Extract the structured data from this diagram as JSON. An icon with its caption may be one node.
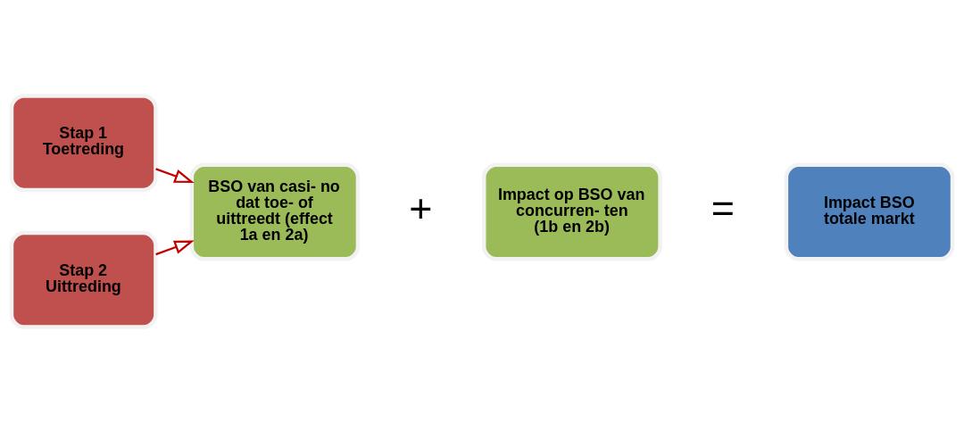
{
  "diagram": {
    "nodes": [
      {
        "text": [
          "Stap 1 Toetreding"
        ]
      },
      {
        "text": [
          "Stap 2 Uittreding"
        ]
      },
      {
        "text": [
          "BSO van casi- no dat toe- of uittreedt (effect 1a en 2a)"
        ]
      },
      {
        "text": [
          "Impact op BSO van concurren- ten (1b en 2b)"
        ]
      },
      {
        "text": [
          "Impact BSO totale markt"
        ]
      }
    ],
    "edges": [
      {
        "from": 0,
        "to": 2,
        "arrow": "to"
      },
      {
        "from": 1,
        "to": 2,
        "arrow": "to"
      }
    ],
    "labels": [
      "+",
      "="
    ]
  }
}
